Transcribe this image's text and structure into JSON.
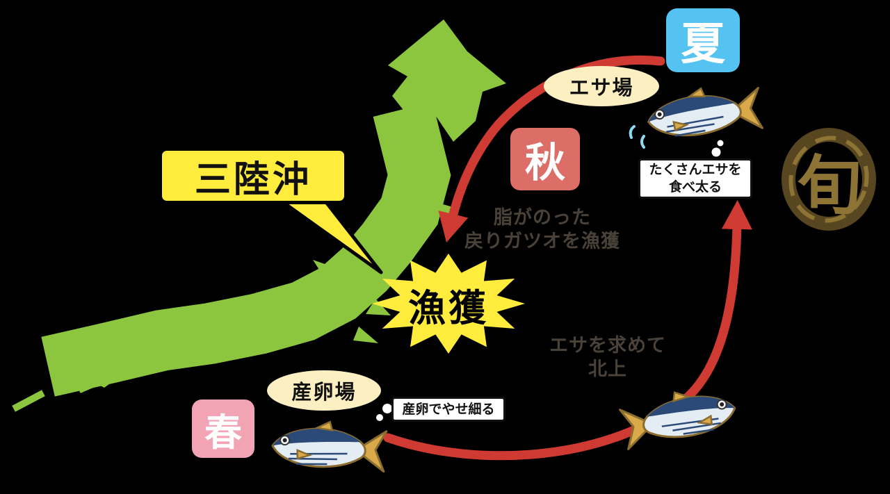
{
  "labels": {
    "sanriku": "三陸沖",
    "gyokaku": "漁獲",
    "esaba": "エサ場",
    "sanranba": "産卵場"
  },
  "seasons": {
    "summer": "夏",
    "autumn": "秋",
    "spring": "春"
  },
  "notes": {
    "fatten_line1": "たくさんエサを",
    "fatten_line2": "食べ太る",
    "thin": "産卵でやせ細る"
  },
  "migration": {
    "south_line1": "脂がのった",
    "south_line2": "戻りガツオを漁獲",
    "north_line1": "エサを求めて",
    "north_line2": "北上"
  },
  "shun": {
    "character": "旬"
  },
  "colors": {
    "background": "#000000",
    "map_green": "#8cc63f",
    "highlight_yellow": "#ffec3d",
    "arrow_red": "#cf3a32",
    "summer_blue": "#54c3f1",
    "autumn_red": "#dd6e67",
    "spring_pink": "#f2a3b4",
    "oval_cream": "#fcf0c2",
    "fish_navy": "#2b4a78",
    "fish_gold": "#d9a94a",
    "shun_gold": "#8d7434"
  }
}
